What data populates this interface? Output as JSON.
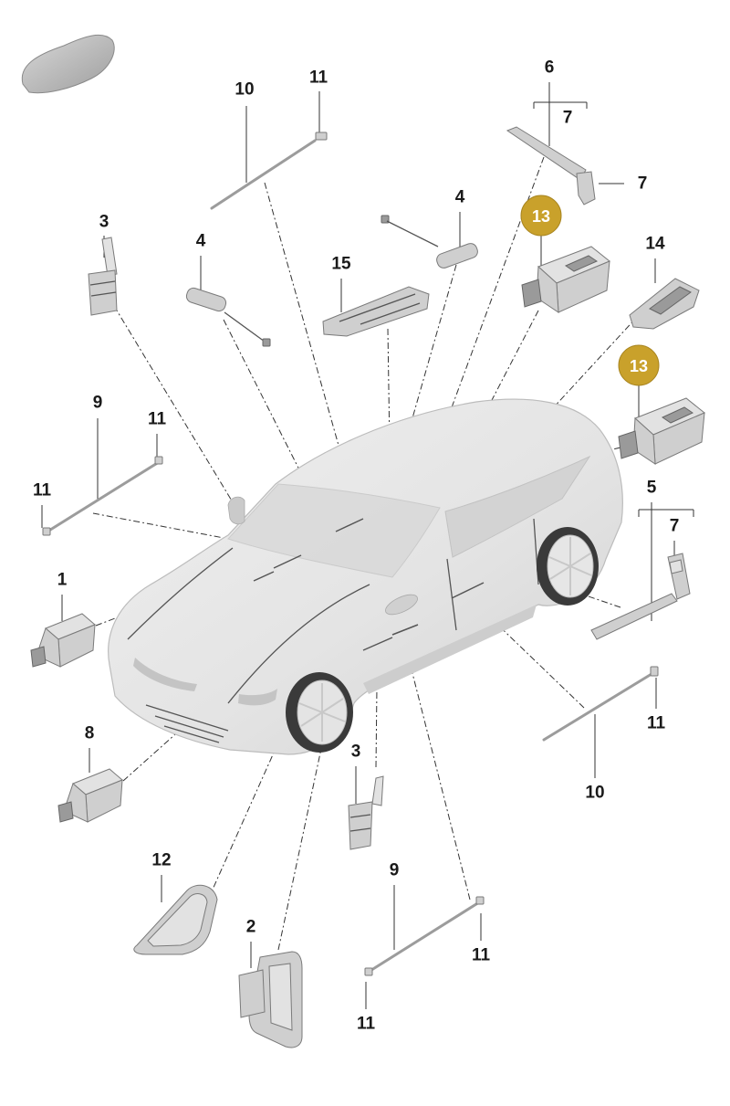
{
  "diagram": {
    "callouts": [
      "10",
      "11",
      "6",
      "7",
      "7",
      "3",
      "4",
      "4",
      "13",
      "15",
      "14",
      "13",
      "9",
      "11",
      "11",
      "5",
      "7",
      "1",
      "11",
      "8",
      "3",
      "10",
      "12",
      "9",
      "2",
      "11",
      "11"
    ]
  },
  "colors": {
    "highlight": "#c9a12b",
    "highlight_text": "#ffffff",
    "label": "#1a1a1a",
    "leader": "#333333",
    "car_body": "#e6e6e6"
  }
}
